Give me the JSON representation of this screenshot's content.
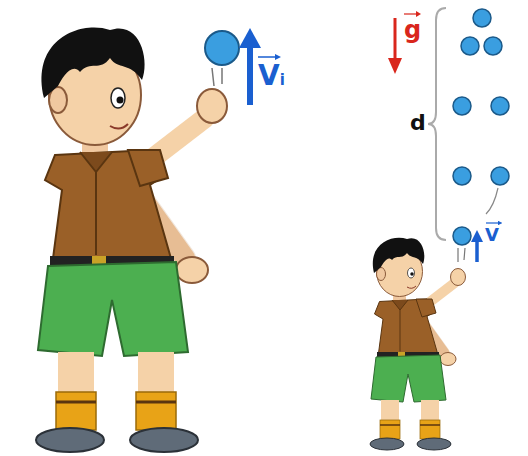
{
  "diagram": {
    "labels": [
      "Vi",
      "g",
      "d",
      "V"
    ]
  }
}
